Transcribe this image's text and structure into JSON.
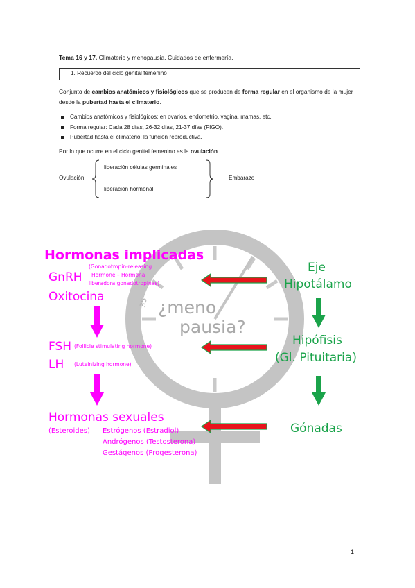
{
  "header": {
    "title_bold": "Tema 16 y 17.",
    "title_rest": " Climaterio y menopausia. Cuidados de enfermería."
  },
  "section": {
    "label": "1.    Recuerdo del ciclo genital femenino"
  },
  "intro": {
    "p1": "Conjunto de ",
    "b1": "cambios anatómicos y fisiológicos",
    "p2": " que se producen de ",
    "b2": "forma regular",
    "p3": " en el organismo de la mujer desde la ",
    "b3": "pubertad hasta el climaterio",
    "p4": "."
  },
  "bullets": [
    "Cambios anatómicos y fisiológicos: en ovarios, endometrio, vagina, mamas, etc.",
    "Forma regular: Cada 28 días, 26-32 días, 21-37 días (FIGO).",
    "Pubertad hasta el climaterio: la función reproductiva."
  ],
  "ovulation_line": {
    "p1": "Por lo que ocurre en el ciclo genital femenino es la ",
    "b1": "ovulación",
    "p2": "."
  },
  "scheme": {
    "left": "Ovulación",
    "top": "liberación células germinales",
    "bottom": "liberación hormonal",
    "right": "Embarazo"
  },
  "diagram": {
    "title": "Hormonas implicadas",
    "gnrh": "GnRH",
    "oxitocina": "Oxitocina",
    "gnrh_note_1": "(Gonadotropin-releasing",
    "gnrh_note_2": "Hormone – Hormona",
    "gnrh_note_3": "liberadora gonadotropinas)",
    "fsh": "FSH",
    "fsh_note": "(Follicle stimulating hormone)",
    "lh": "LH",
    "lh_note": "(Luteinizing hormone)",
    "sexuales": "Hormonas sexuales",
    "esteroides": "(Esteroides)",
    "estrogenos": "Estrógenos (Estradiol)",
    "androgenos": "Andrógenos (Testosterona)",
    "gestagenos": "Gestágenos (Progesterona)",
    "eje": "Eje",
    "hipotalamo": "Hipotálamo",
    "hipofisis": "Hipófisis",
    "pituitaria": "(Gl. Pituitaria)",
    "gonadas": "Gónadas",
    "bg_text_1": "¿meno",
    "bg_text_2": "pausia?",
    "bg_num": "35",
    "colors": {
      "magenta": "#ff00ff",
      "green": "#1aa34a",
      "red": "#e8141c",
      "gray": "#b8b8b8"
    }
  },
  "footer": {
    "page_number": "1"
  }
}
